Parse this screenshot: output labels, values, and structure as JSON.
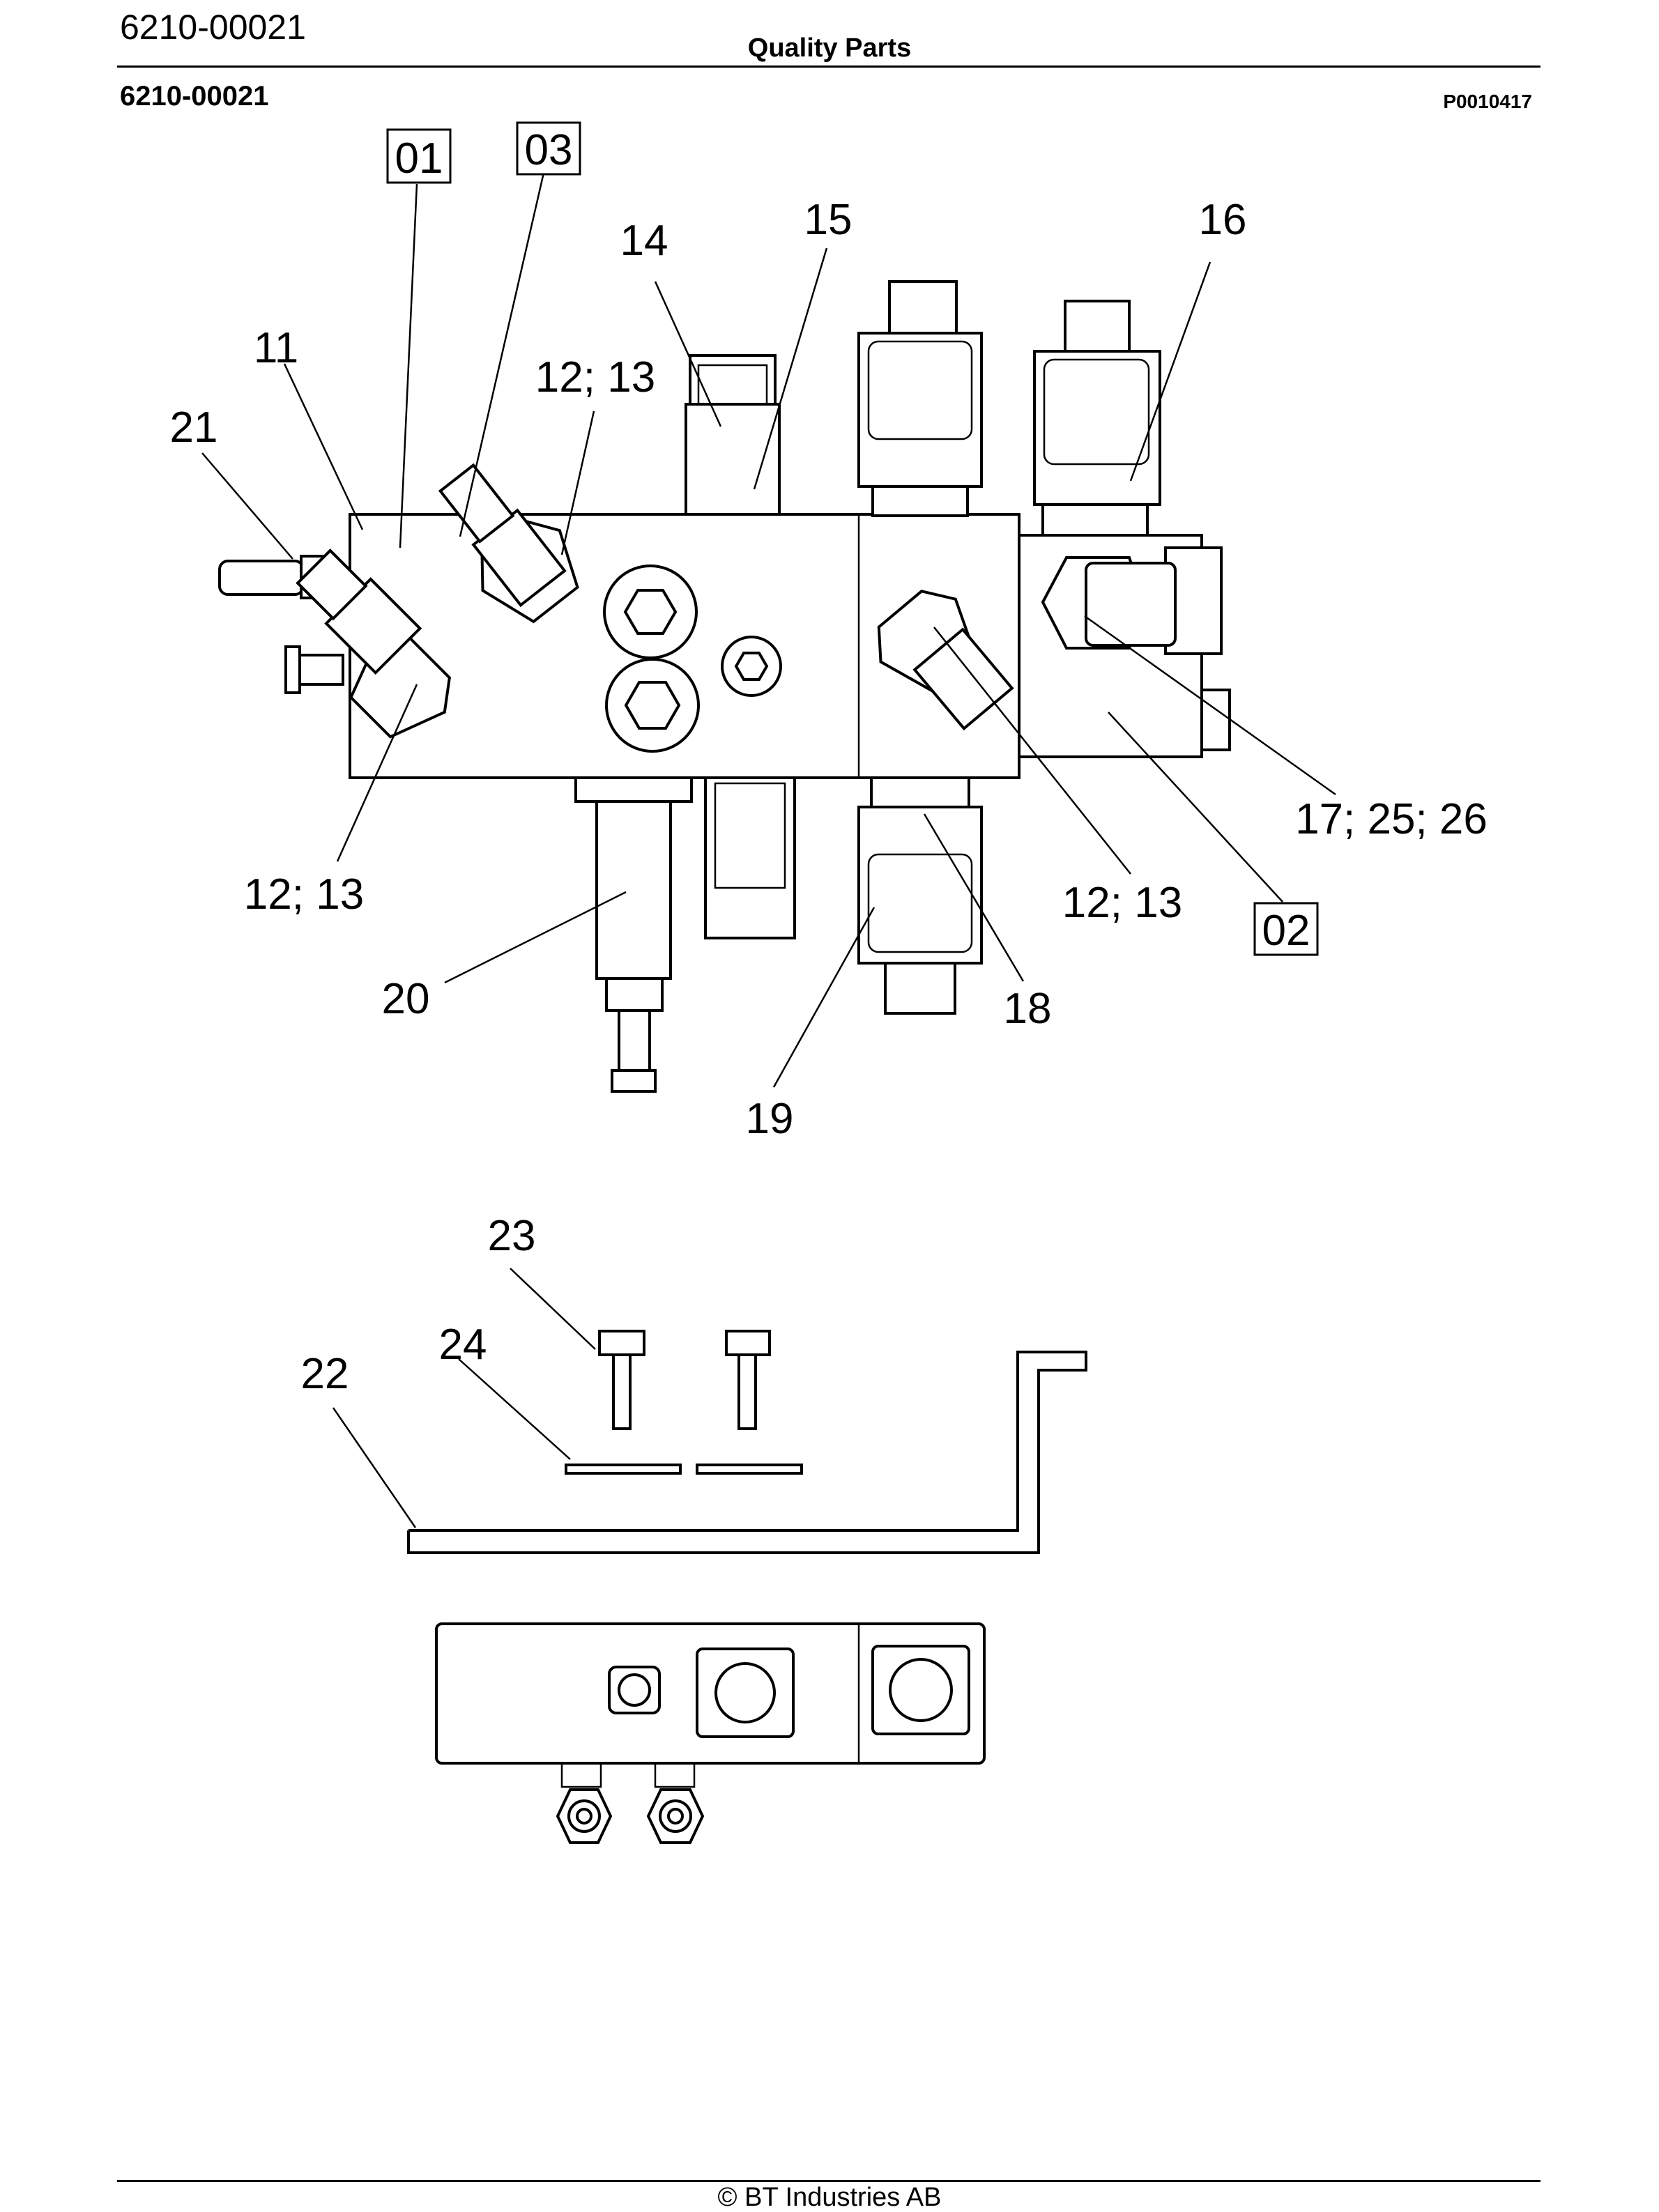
{
  "header": {
    "document_number": "6210-00021",
    "title": "Quality Parts",
    "assembly_number": "6210-00021",
    "picture_code": "P0010417"
  },
  "footer": {
    "copyright": "© BT Industries AB"
  },
  "callouts": {
    "c01": "01",
    "c03": "03",
    "c02": "02",
    "c11": "11",
    "c21": "21",
    "c12_13_top": "12; 13",
    "c14": "14",
    "c15": "15",
    "c16": "16",
    "c12_13_left": "12; 13",
    "c20": "20",
    "c19": "19",
    "c18": "18",
    "c12_13_right": "12; 13",
    "c17_25_26": "17; 25; 26",
    "c23": "23",
    "c24": "24",
    "c22": "22"
  }
}
